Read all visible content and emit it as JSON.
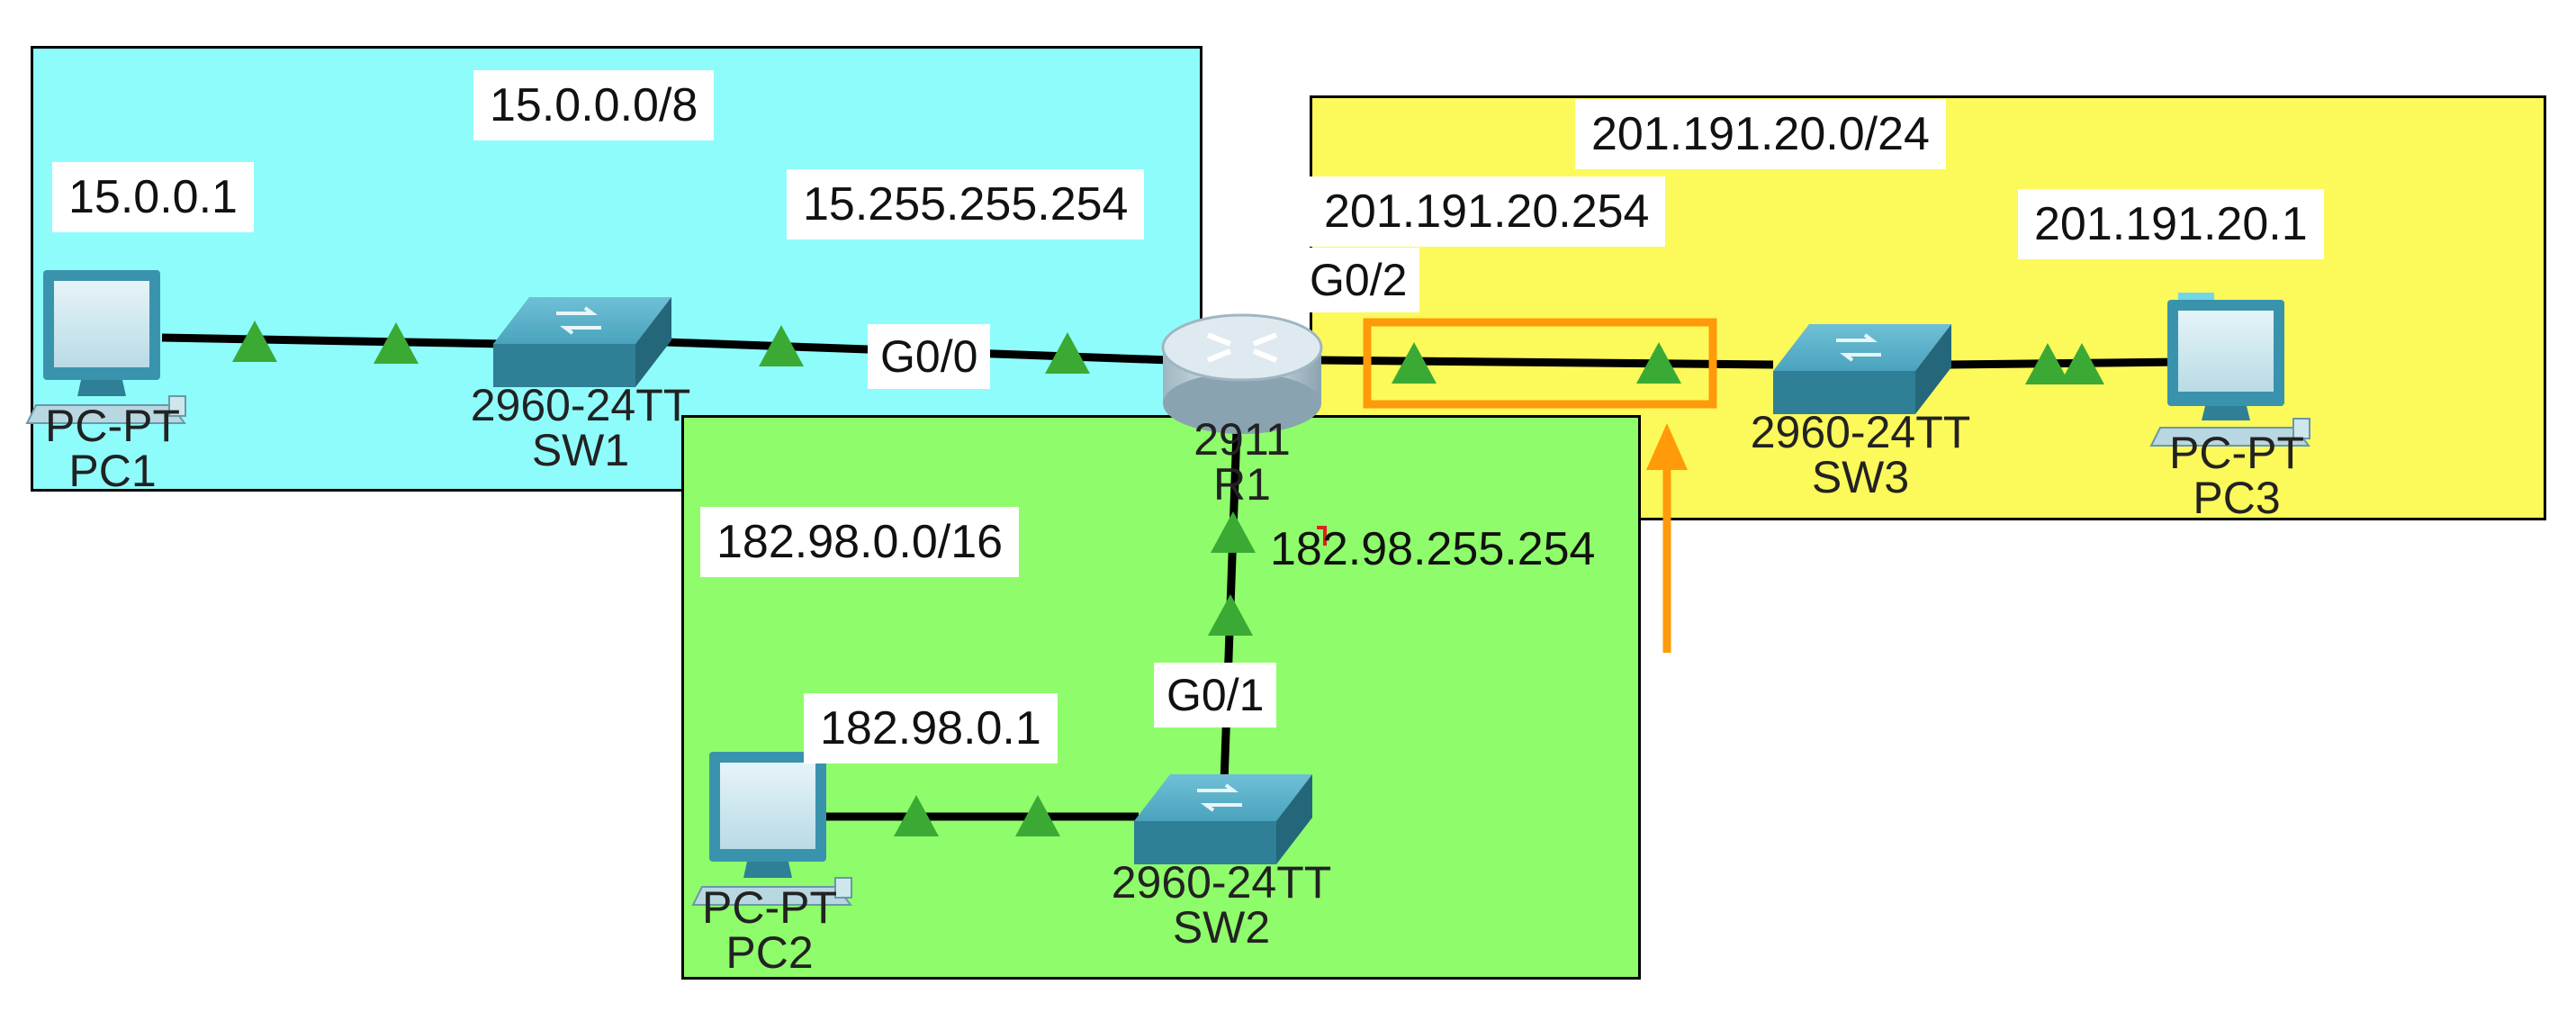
{
  "colors": {
    "lan1": "#8ffcfc",
    "lan2": "#8ffc6b",
    "lan3": "#fcf95a",
    "link": "#000000",
    "link_up": "#3aaa35",
    "highlight": "#ff9a0a",
    "device": "#3a93ad"
  },
  "networks": {
    "lan1": "15.0.0.0/8",
    "lan2": "182.98.0.0/16",
    "lan3": "201.191.20.0/24"
  },
  "addresses": {
    "pc1": "15.0.0.1",
    "r1_g00": "15.255.255.254",
    "r1_g02": "201.191.20.254",
    "pc3": "201.191.20.1",
    "r1_g01": "182.98.255.254",
    "pc2": "182.98.0.1"
  },
  "interfaces": {
    "g00": "G0/0",
    "g01": "G0/1",
    "g02": "G0/2"
  },
  "devices": {
    "pc1": {
      "model": "PC-PT",
      "name": "PC1",
      "icon": "pc-icon"
    },
    "sw1": {
      "model": "2960-24TT",
      "name": "SW1",
      "icon": "switch-icon"
    },
    "r1": {
      "model": "2911",
      "name": "R1",
      "icon": "router-icon"
    },
    "sw3": {
      "model": "2960-24TT",
      "name": "SW3",
      "icon": "switch-icon"
    },
    "pc3": {
      "model": "PC-PT",
      "name": "PC3",
      "icon": "pc-icon"
    },
    "sw2": {
      "model": "2960-24TT",
      "name": "SW2",
      "icon": "switch-icon"
    },
    "pc2": {
      "model": "PC-PT",
      "name": "PC2",
      "icon": "pc-icon"
    }
  }
}
